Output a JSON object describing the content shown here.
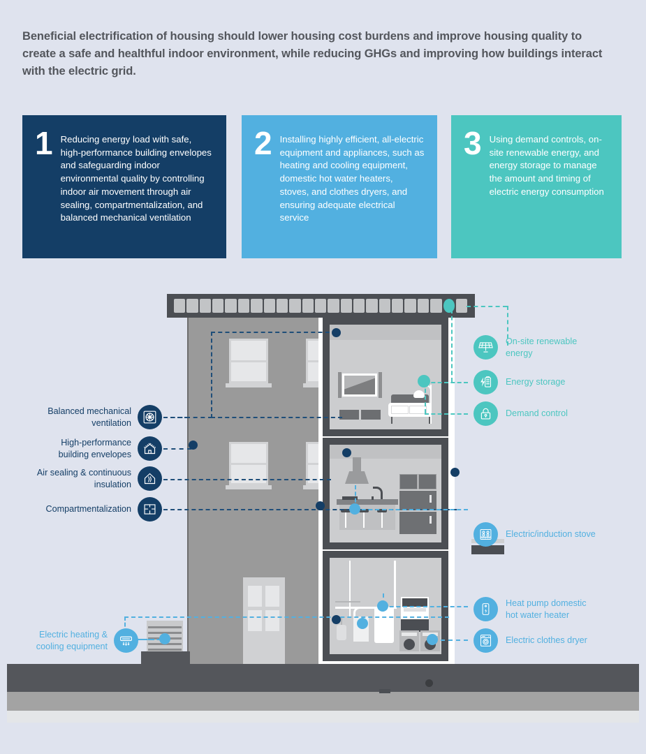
{
  "headline": "Beneficial electrification of housing should lower housing cost burdens and improve housing quality to create a safe and healthful indoor environment, while reducing GHGs and improving how buildings interact with the electric grid.",
  "colors": {
    "background": "#dfe3ee",
    "navy": "#143e66",
    "blue": "#52b0e0",
    "teal": "#4cc6c0",
    "text_gray": "#53565c"
  },
  "cards": [
    {
      "number": "1",
      "text": "Reducing energy load with safe, high-performance building envelopes and safeguarding indoor environmental quality by controlling indoor air movement through air sealing, compartmentalization, and balanced mechanical ventilation",
      "color": "#143e66"
    },
    {
      "number": "2",
      "text": "Installing highly efficient, all-electric equipment and appliances, such as heating and cooling equipment, domestic hot water heaters, stoves, and clothes dryers, and ensuring adequate electrical service",
      "color": "#52b0e0"
    },
    {
      "number": "3",
      "text": "Using demand controls, on-site renewable energy, and energy storage to manage the amount and timing of electric energy consumption",
      "color": "#4cc6c0"
    }
  ],
  "callouts": {
    "left": [
      {
        "label": "Balanced mechanical ventilation",
        "icon": "ventilation-fan-icon",
        "color": "#143e66"
      },
      {
        "label": "High-performance building envelopes",
        "icon": "house-envelope-icon",
        "color": "#143e66"
      },
      {
        "label": "Air sealing & continuous insulation",
        "icon": "house-insulation-icon",
        "color": "#143e66"
      },
      {
        "label": "Compartmentalization",
        "icon": "floorplan-icon",
        "color": "#143e66"
      }
    ],
    "left_lower": [
      {
        "label": "Electric heating & cooling equipment",
        "icon": "mini-split-icon",
        "color": "#52b0e0"
      }
    ],
    "right_upper": [
      {
        "label": "On-site renewable energy",
        "icon": "solar-panel-icon",
        "color": "#4cc6c0"
      },
      {
        "label": "Energy storage",
        "icon": "battery-icon",
        "color": "#4cc6c0"
      },
      {
        "label": "Demand control",
        "icon": "lock-icon",
        "color": "#4cc6c0"
      }
    ],
    "right_lower": [
      {
        "label": "Electric/induction stove",
        "icon": "stove-icon",
        "color": "#52b0e0"
      },
      {
        "label": "Heat pump domestic hot water heater",
        "icon": "water-heater-icon",
        "color": "#52b0e0"
      },
      {
        "label": "Electric clothes dryer",
        "icon": "clothes-dryer-icon",
        "color": "#52b0e0"
      }
    ]
  },
  "illustration": {
    "name": "building-cutaway-illustration",
    "roof": "solar-panel-array",
    "floors": [
      "living-room",
      "kitchen",
      "basement-utility"
    ],
    "outdoor_unit": "heat-pump-condenser"
  }
}
